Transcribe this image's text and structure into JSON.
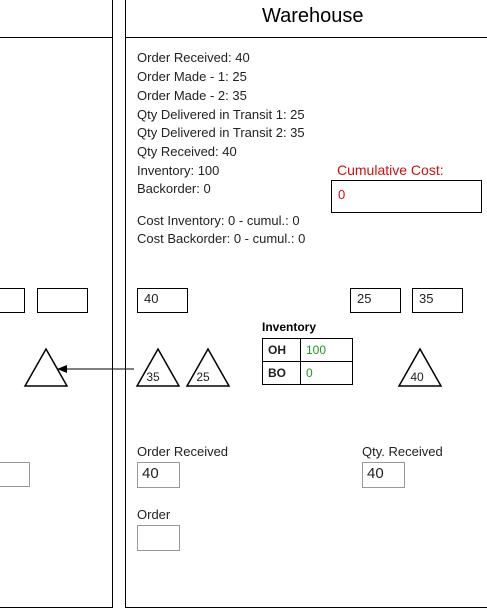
{
  "warehouse": {
    "title": "Warehouse",
    "stats": [
      "Order Received: 40",
      "Order Made - 1: 25",
      "Order Made - 2: 35",
      "Qty Delivered in Transit 1: 25",
      "Qty Delivered in Transit 2: 35",
      "Qty Received: 40",
      "Inventory: 100",
      "Backorder: 0"
    ],
    "costs": [
      "Cost Inventory: 0 - cumul.: 0",
      "Cost Backorder: 0 - cumul.: 0"
    ],
    "cumulative_cost": {
      "label": "Cumulative Cost:",
      "value": "0"
    },
    "incoming_order_box": "40",
    "order_made_boxes": [
      "25",
      "35"
    ],
    "inventory": {
      "title": "Inventory",
      "rows": [
        {
          "key": "OH",
          "value": "100"
        },
        {
          "key": "BO",
          "value": "0"
        }
      ]
    },
    "transit_triangles": [
      "35",
      "25"
    ],
    "receiving_triangle": "40",
    "order_received": {
      "label": "Order Received",
      "value": "40"
    },
    "qty_received": {
      "label": "Qty. Received",
      "value": "40"
    },
    "order": {
      "label": "Order",
      "value": ""
    }
  },
  "left_panel": {
    "boxes": [
      "",
      ""
    ],
    "triangle": "",
    "input": ""
  },
  "colors": {
    "cost_red": "#d01010",
    "inventory_green": "#1a9a1a"
  }
}
